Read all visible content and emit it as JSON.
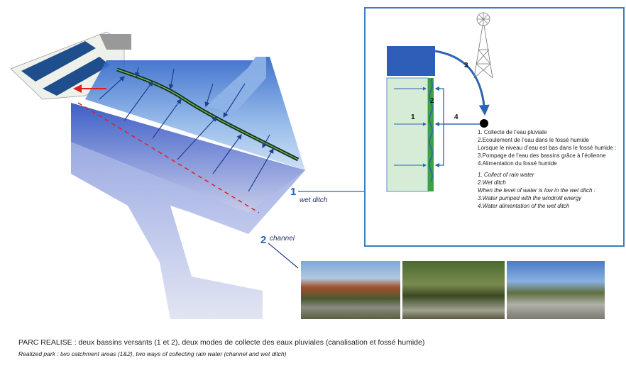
{
  "plan": {
    "label1_number": "1",
    "label1_text": "wet ditch",
    "label2_number": "2",
    "label2_text": "channel"
  },
  "detail": {
    "numbers": [
      "1",
      "2",
      "3",
      "4"
    ],
    "legend_fr": [
      "1. Collecte de l’eau pluviale",
      "2.Ecoulement de l’eau dans le fossé humide",
      "Lorsque le niveau d’eau est bas dans le fossé humide :",
      "3.Pompage de l’eau des bassins grâce à l’éolienne",
      "4.Alimentation du fossé humide"
    ],
    "legend_en": [
      "1. Collect of rain water",
      "2.Wet ditch",
      "When the level of water is low in the wet ditch :",
      "3.Water pumped with the windmill energy",
      "4.Water alimentation of the wet ditch"
    ]
  },
  "caption": {
    "fr": "PARC REALISE : deux bassins versants (1 et 2), deux modes de collecte des eaux pluviales (canalisation et fossé humide)",
    "en": "Realized park : two catchment areas (1&2), two ways of collecting rain water (channel and wet ditch)"
  },
  "colors": {
    "accent": "#2b63b5",
    "box_border": "#3a7ec0",
    "ditch_green": "#3aa04a"
  }
}
